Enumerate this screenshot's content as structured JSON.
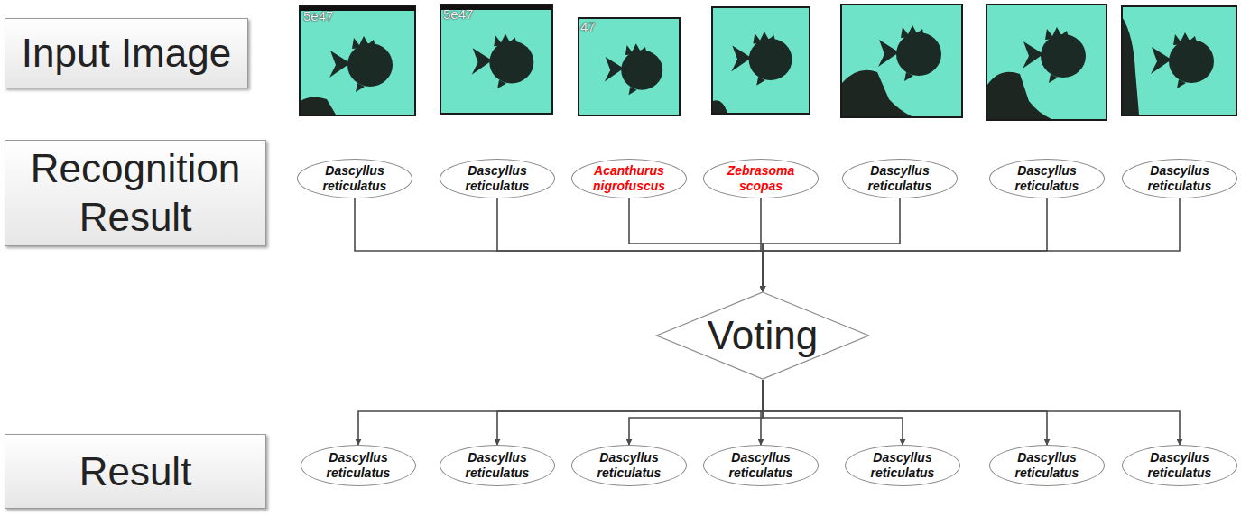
{
  "diagram": {
    "nodes": [
      {
        "text": [
          "Input Image"
        ]
      },
      {
        "text": [
          "Recognition Result"
        ]
      },
      {
        "text": [
          "Dascyllus reticulatus"
        ]
      },
      {
        "text": [
          "Dascyllus reticulatus"
        ]
      },
      {
        "text": [
          "Acanthurus nigrofuscus"
        ]
      },
      {
        "text": [
          "Zebrasoma scopas"
        ]
      },
      {
        "text": [
          "Dascyllus reticulatus"
        ]
      },
      {
        "text": [
          "Dascyllus reticulatus"
        ]
      },
      {
        "text": [
          "Dascyllus reticulatus"
        ]
      },
      {
        "text": [
          "Voting"
        ]
      },
      {
        "text": [
          "Result"
        ]
      },
      {
        "text": [
          "Dascyllus reticulatus"
        ]
      },
      {
        "text": [
          "Dascyllus reticulatus"
        ]
      },
      {
        "text": [
          "Dascyllus reticulatus"
        ]
      },
      {
        "text": [
          "Dascyllus reticulatus"
        ]
      },
      {
        "text": [
          "Dascyllus reticulatus"
        ]
      },
      {
        "text": [
          "Dascyllus reticulatus"
        ]
      },
      {
        "text": [
          "Dascyllus reticulatus"
        ]
      }
    ],
    "edges": [
      {
        "from": 2,
        "to": 9,
        "arrow": "to"
      },
      {
        "from": 3,
        "to": 9,
        "arrow": "to"
      },
      {
        "from": 4,
        "to": 9,
        "arrow": "to"
      },
      {
        "from": 5,
        "to": 9,
        "arrow": "to"
      },
      {
        "from": 6,
        "to": 9,
        "arrow": "to"
      },
      {
        "from": 7,
        "to": 9,
        "arrow": "to"
      },
      {
        "from": 8,
        "to": 9,
        "arrow": "to"
      },
      {
        "from": 9,
        "to": 11,
        "arrow": "to"
      },
      {
        "from": 9,
        "to": 12,
        "arrow": "to"
      },
      {
        "from": 9,
        "to": 13,
        "arrow": "to"
      },
      {
        "from": 9,
        "to": 14,
        "arrow": "to"
      },
      {
        "from": 9,
        "to": 15,
        "arrow": "to"
      },
      {
        "from": 9,
        "to": 16,
        "arrow": "to"
      },
      {
        "from": 9,
        "to": 17,
        "arrow": "to"
      }
    ],
    "labels": [
      "5e47",
      "5e47",
      "47"
    ]
  }
}
